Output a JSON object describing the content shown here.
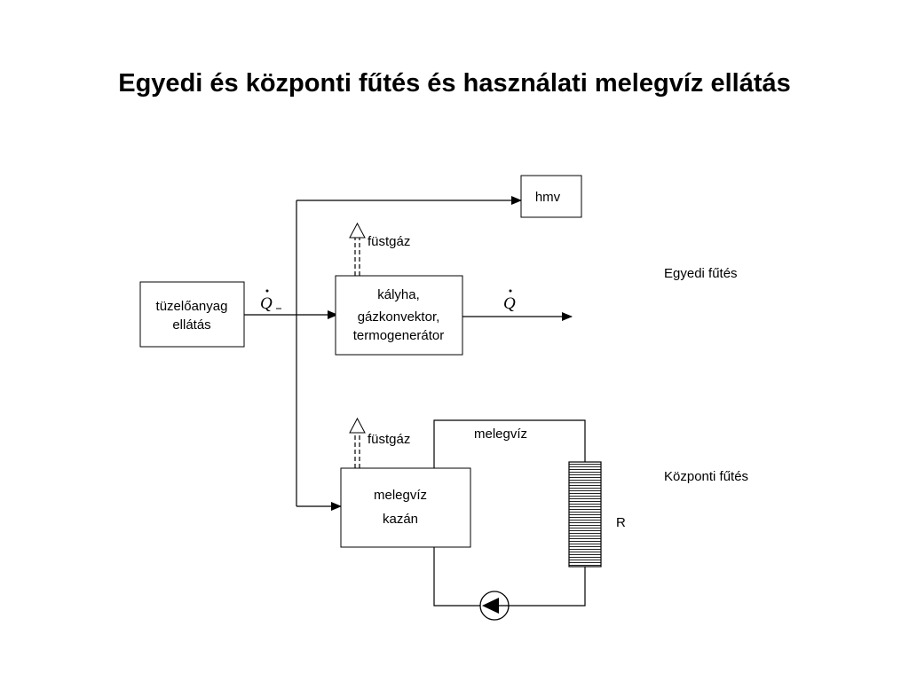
{
  "title": "Egyedi és központi fűtés és használati melegvíz ellátás",
  "diagram": {
    "fuel_box": {
      "line1": "tüzelőanyag",
      "line2": "ellátás"
    },
    "stove_box": {
      "line1": "kályha,",
      "line2": "gázkonvektor,",
      "line3": "termogenerátor"
    },
    "boiler_box": {
      "line1": "melegvíz",
      "line2": "kazán"
    },
    "hmv_box": "hmv",
    "flue_gas_top": "füstgáz",
    "flue_gas_bottom": "füstgáz",
    "hot_water_label": "melegvíz",
    "radiator_label": "R",
    "q_input_symbol": "Q",
    "q_output_symbol": "Q",
    "side_label_individual": "Egyedi fűtés",
    "side_label_central": "Központi fűtés"
  }
}
